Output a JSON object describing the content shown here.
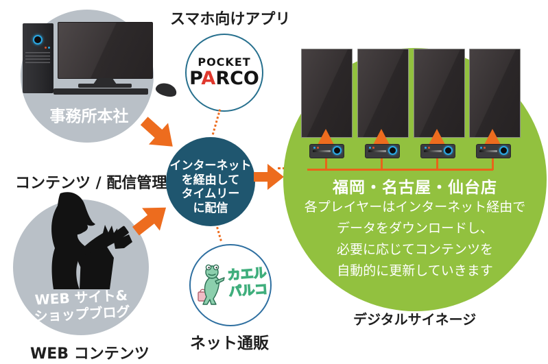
{
  "labels": {
    "smartphone_app": "スマホ向けアプリ",
    "office": "事務所本社",
    "content_management": "コンテンツ / 配信管理",
    "web_site_line1": "WEB サイト&",
    "web_site_line2": "ショップブログ",
    "web_content": "WEB コンテンツ",
    "net_shopping": "ネット通販",
    "digital_signage": "デジタルサイネージ"
  },
  "pocket_parco": {
    "line1": "POCKET",
    "p": "P",
    "a": "A",
    "rco": "RCO"
  },
  "kaeru_parco": {
    "line1": "カエル",
    "line2": "パルコ"
  },
  "center_circle": {
    "lines": [
      "インターネット",
      "を経由して",
      "タイムリー",
      "に配信"
    ]
  },
  "green_circle": {
    "title": "福岡・名古屋・仙台店",
    "body": [
      "各プレイヤーはインターネット経由で",
      "データをダウンロードし、",
      "必要に応じてコンテンツを",
      "自動的に更新していきます"
    ]
  },
  "colors": {
    "accent_orange": "#ed6c1e",
    "line_orange": "#e8641a",
    "hub_teal": "#1f566f",
    "signage_green": "#92c13f",
    "circle_gray": "#b9c0c7",
    "parco_red": "#e0382d",
    "kaeru_green": "#3fae7c",
    "pocket_border": "#27708e",
    "frog_border": "#2e6fa0",
    "power_blue": "#2aa7e2",
    "text_black": "#1f1f1f",
    "text_white": "#ffffff"
  }
}
